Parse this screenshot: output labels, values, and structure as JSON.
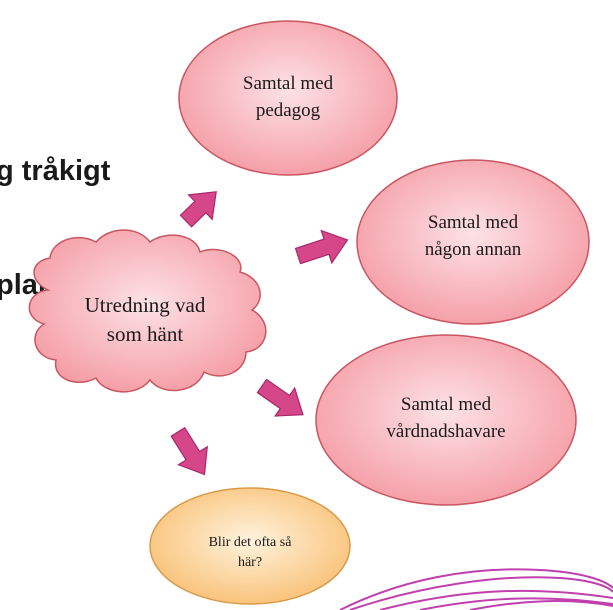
{
  "heading": {
    "line1": "g tråkigt",
    "line2": "plan"
  },
  "nodes": {
    "center": "Utredning vad\nsom hänt",
    "pedagog": "Samtal med\npedagog",
    "annan": "Samtal med\nnågon annan",
    "vardnad": "Samtal med\nvårdnadshavare",
    "question": "Blir det ofta så\nhär?"
  },
  "colors": {
    "pink_fill_light": "#fde2e6",
    "pink_fill_dark": "#f59aa3",
    "pink_stroke": "#c95660",
    "arrow_fill": "#d6478a",
    "arrow_stroke": "#a8286a",
    "orange_fill_light": "#fff3de",
    "orange_fill_dark": "#f9bf72",
    "orange_stroke": "#d99a48",
    "swoosh": "#c23fae"
  }
}
